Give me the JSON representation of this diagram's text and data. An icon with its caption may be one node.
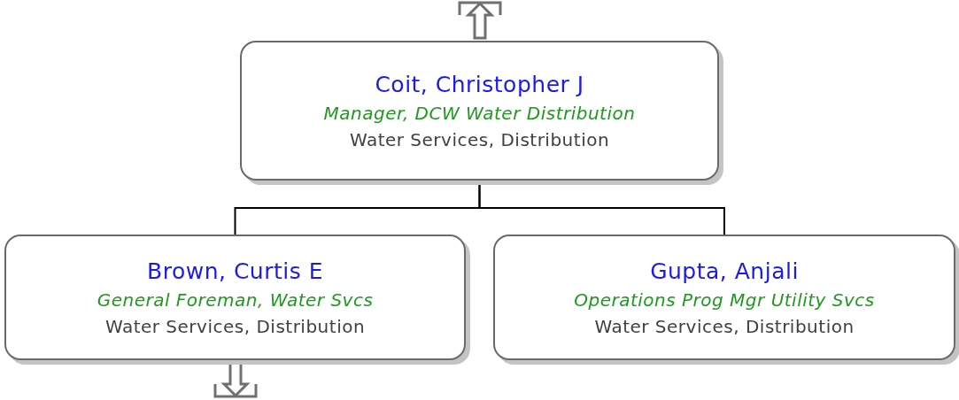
{
  "diagram": {
    "nodes": [
      {
        "text": [
          "Coit, Christopher J",
          "Manager, DCW Water Distribution",
          "Water Services, Distribution"
        ]
      },
      {
        "text": [
          "Brown, Curtis E",
          "General Foreman, Water Svcs",
          "Water Services, Distribution"
        ]
      },
      {
        "text": [
          "Gupta, Anjali",
          "Operations Prog Mgr Utility Svcs",
          "Water Services, Distribution"
        ]
      }
    ],
    "edges": [
      {
        "from": 0,
        "to": 1,
        "arrow": "none"
      },
      {
        "from": 0,
        "to": 2,
        "arrow": "none"
      }
    ]
  }
}
